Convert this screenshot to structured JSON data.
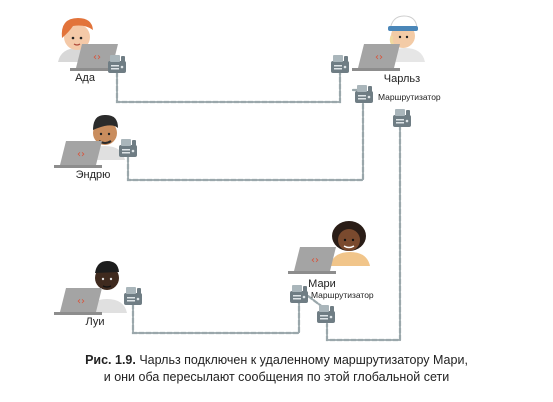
{
  "people": [
    {
      "id": "ada",
      "name": "Ада",
      "hair": "#e2733a",
      "skin": "#f4c9a8"
    },
    {
      "id": "charles",
      "name": "Чарльз",
      "hair": "#f0d9a0",
      "skin": "#f3cba6"
    },
    {
      "id": "andrew",
      "name": "Эндрю",
      "hair": "#2b2b2b",
      "skin": "#c98d5e"
    },
    {
      "id": "mari",
      "name": "Мари",
      "hair": "#2a1d17",
      "skin": "#7a4a2e"
    },
    {
      "id": "louis",
      "name": "Луи",
      "hair": "#1d1d1d",
      "skin": "#3f2a1e"
    }
  ],
  "routers": [
    {
      "id": "charles-router",
      "label": "Маршрутизатор"
    },
    {
      "id": "mari-router",
      "label": "Маршрутизатор"
    }
  ],
  "laptop_screen_glyph": "‹›",
  "colors": {
    "chain": "#9aa7ab",
    "device_body": "#6f7d84",
    "device_panel": "#aab6bb",
    "laptop_lid": "#a4a4a4",
    "laptop_screen": "#c9c9c9",
    "screen_code": "#d9533a"
  },
  "caption": {
    "label": "Рис. 1.9.",
    "line1": "Чарльз подключен к удаленному маршрутизатору Мари,",
    "line2": "и они оба пересылают сообщения по этой глобальной сети"
  }
}
